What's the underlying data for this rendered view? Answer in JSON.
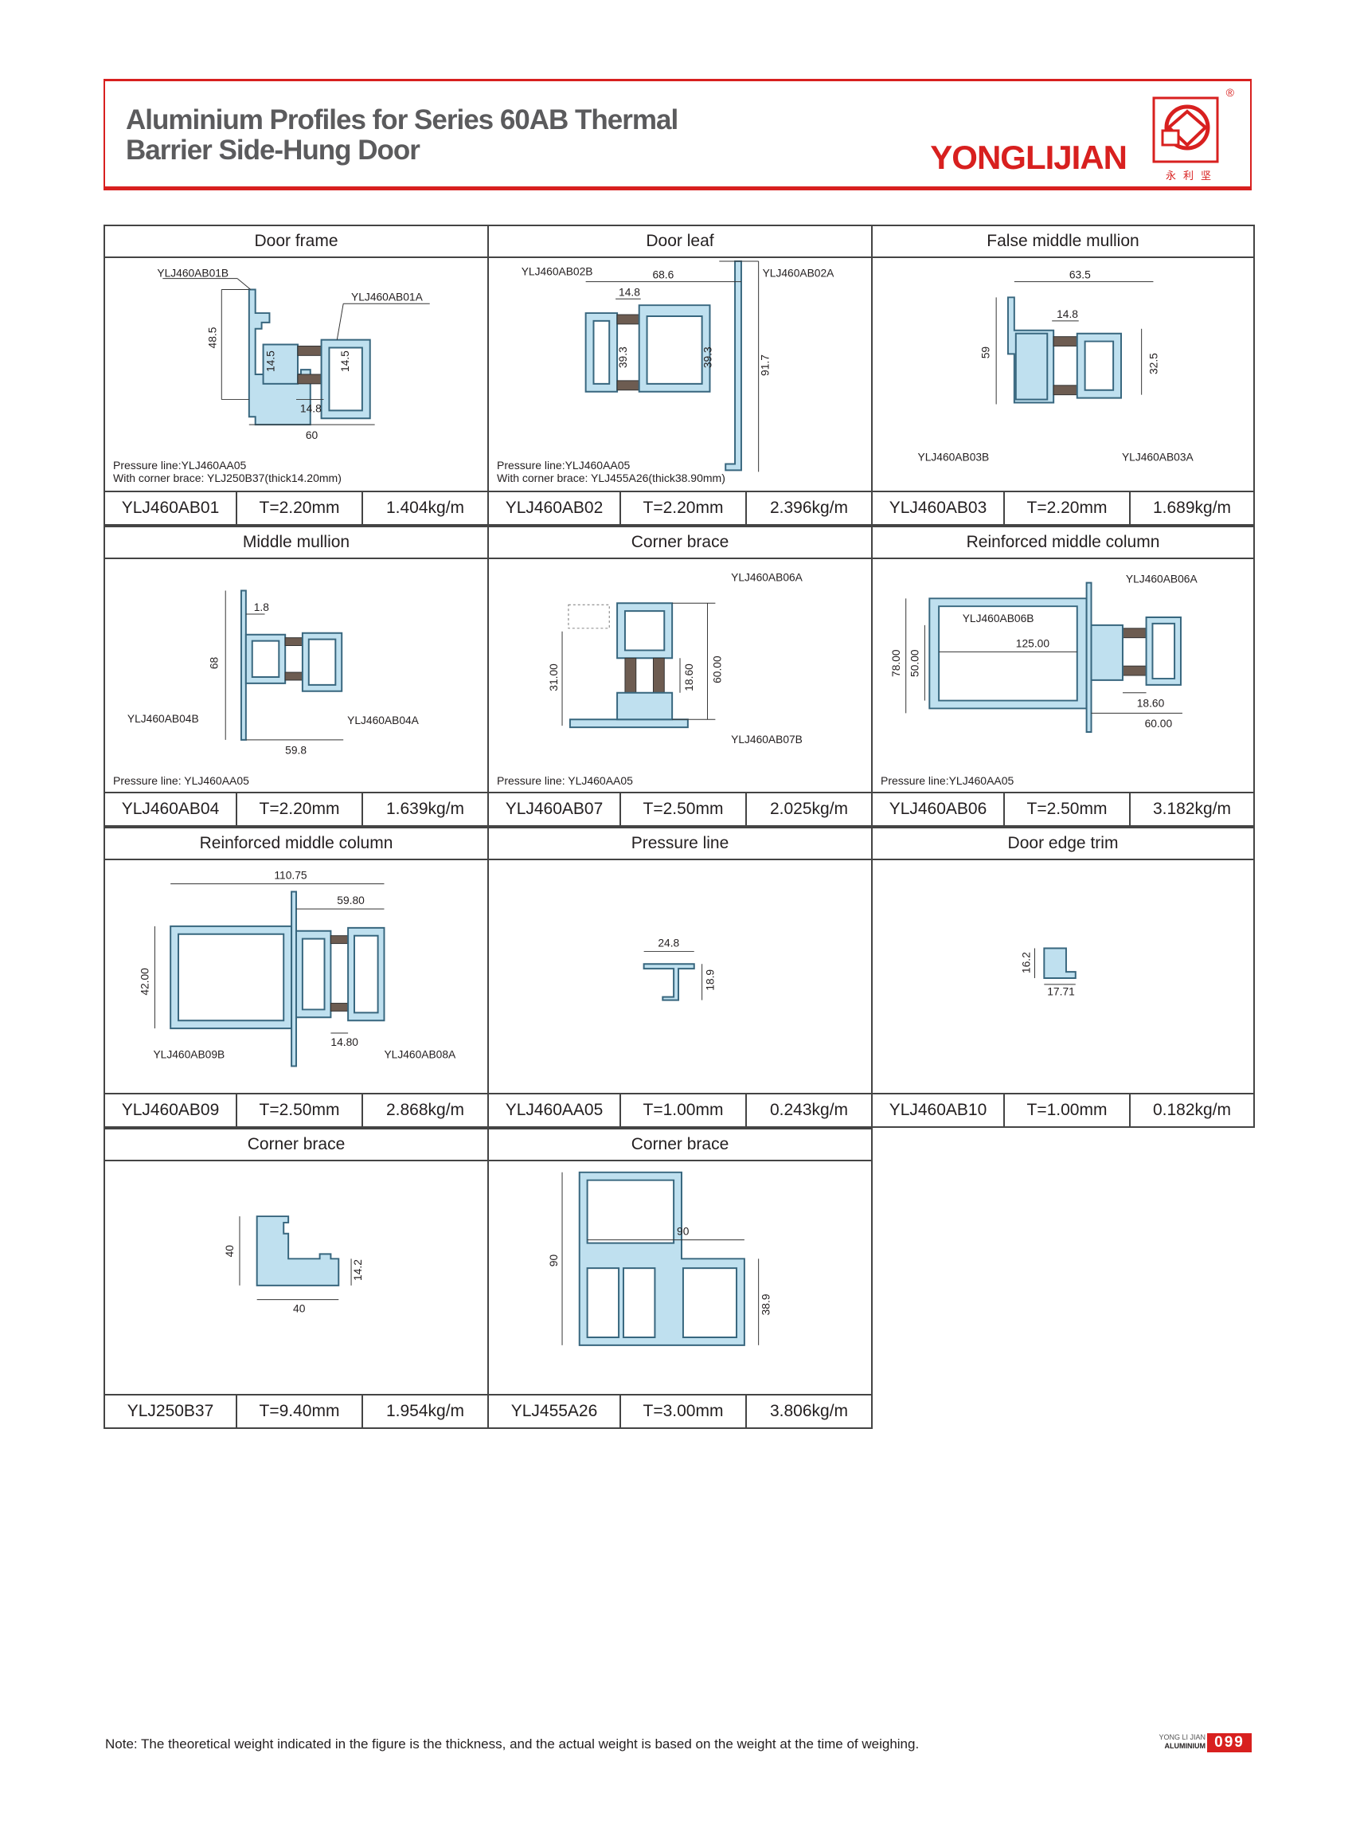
{
  "header": {
    "title_line1": "Aluminium Profiles for Series 60AB Thermal",
    "title_line2": "Barrier Side-Hung Door",
    "brand": "YONGLIJIAN",
    "logo_sub": "永利坚",
    "reg_mark": "®"
  },
  "cells": {
    "c1": {
      "title": "Door frame",
      "code": "YLJ460AB01",
      "thickness": "T=2.20mm",
      "weight": "1.404kg/m",
      "note1": "Pressure line:YLJ460AA05",
      "note2": "With corner brace: YLJ250B37(thick14.20mm)",
      "labels": {
        "a": "YLJ460AB01B",
        "b": "YLJ460AB01A",
        "d1": "48.5",
        "d2": "14.5",
        "d3": "14.5",
        "d4": "14.8",
        "d5": "60"
      }
    },
    "c2": {
      "title": "Door leaf",
      "code": "YLJ460AB02",
      "thickness": "T=2.20mm",
      "weight": "2.396kg/m",
      "note1": "Pressure line:YLJ460AA05",
      "note2": "With corner brace: YLJ455A26(thick38.90mm)",
      "labels": {
        "a": "YLJ460AB02B",
        "b": "YLJ460AB02A",
        "d1": "68.6",
        "d2": "14.8",
        "d3": "39.3",
        "d4": "39.3",
        "d5": "91.7"
      }
    },
    "c3": {
      "title": "False middle mullion",
      "code": "YLJ460AB03",
      "thickness": "T=2.20mm",
      "weight": "1.689kg/m",
      "labels": {
        "a": "YLJ460AB03B",
        "b": "YLJ460AB03A",
        "d1": "63.5",
        "d2": "14.8",
        "d3": "59",
        "d4": "32.5"
      }
    },
    "c4": {
      "title": "Middle mullion",
      "code": "YLJ460AB04",
      "thickness": "T=2.20mm",
      "weight": "1.639kg/m",
      "note1": "Pressure line: YLJ460AA05",
      "labels": {
        "a": "YLJ460AB04B",
        "b": "YLJ460AB04A",
        "d1": "1.8",
        "d2": "68",
        "d3": "59.8"
      }
    },
    "c5": {
      "title": "Corner brace",
      "code": "YLJ460AB07",
      "thickness": "T=2.50mm",
      "weight": "2.025kg/m",
      "note1": "Pressure line: YLJ460AA05",
      "labels": {
        "a": "YLJ460AB06A",
        "b": "YLJ460AB07B",
        "d1": "31.00",
        "d2": "18.60",
        "d3": "60.00"
      }
    },
    "c6": {
      "title": "Reinforced middle column",
      "code": "YLJ460AB06",
      "thickness": "T=2.50mm",
      "weight": "3.182kg/m",
      "note1": "Pressure line:YLJ460AA05",
      "labels": {
        "a": "YLJ460AB06A",
        "b": "YLJ460AB06B",
        "d1": "78.00",
        "d2": "50.00",
        "d3": "125.00",
        "d4": "18.60",
        "d5": "60.00"
      }
    },
    "c7": {
      "title": "Reinforced middle column",
      "code": "YLJ460AB09",
      "thickness": "T=2.50mm",
      "weight": "2.868kg/m",
      "labels": {
        "a": "YLJ460AB09B",
        "b": "YLJ460AB08A",
        "d1": "110.75",
        "d2": "59.80",
        "d3": "42.00",
        "d4": "14.80"
      }
    },
    "c8": {
      "title": "Pressure line",
      "code": "YLJ460AA05",
      "thickness": "T=1.00mm",
      "weight": "0.243kg/m",
      "labels": {
        "d1": "24.8",
        "d2": "18.9"
      }
    },
    "c9": {
      "title": "Door edge trim",
      "code": "YLJ460AB10",
      "thickness": "T=1.00mm",
      "weight": "0.182kg/m",
      "labels": {
        "d1": "16.2",
        "d2": "17.71"
      }
    },
    "c10": {
      "title": "Corner brace",
      "code": "YLJ250B37",
      "thickness": "T=9.40mm",
      "weight": "1.954kg/m",
      "labels": {
        "d1": "40",
        "d2": "14.2",
        "d3": "40"
      }
    },
    "c11": {
      "title": "Corner brace",
      "code": "YLJ455A26",
      "thickness": "T=3.00mm",
      "weight": "3.806kg/m",
      "labels": {
        "d1": "90",
        "d2": "90",
        "d3": "38.9"
      }
    }
  },
  "footer": {
    "note": "Note: The theoretical weight indicated in the figure is the thickness, and the actual weight is based on the weight at the time of weighing.",
    "brand_small_1": "YONG LI JIAN",
    "brand_small_2": "ALUMINIUM",
    "page": "099"
  },
  "colors": {
    "accent": "#d8201f",
    "profile_fill": "#bfe0ef",
    "profile_stroke": "#37667e"
  }
}
